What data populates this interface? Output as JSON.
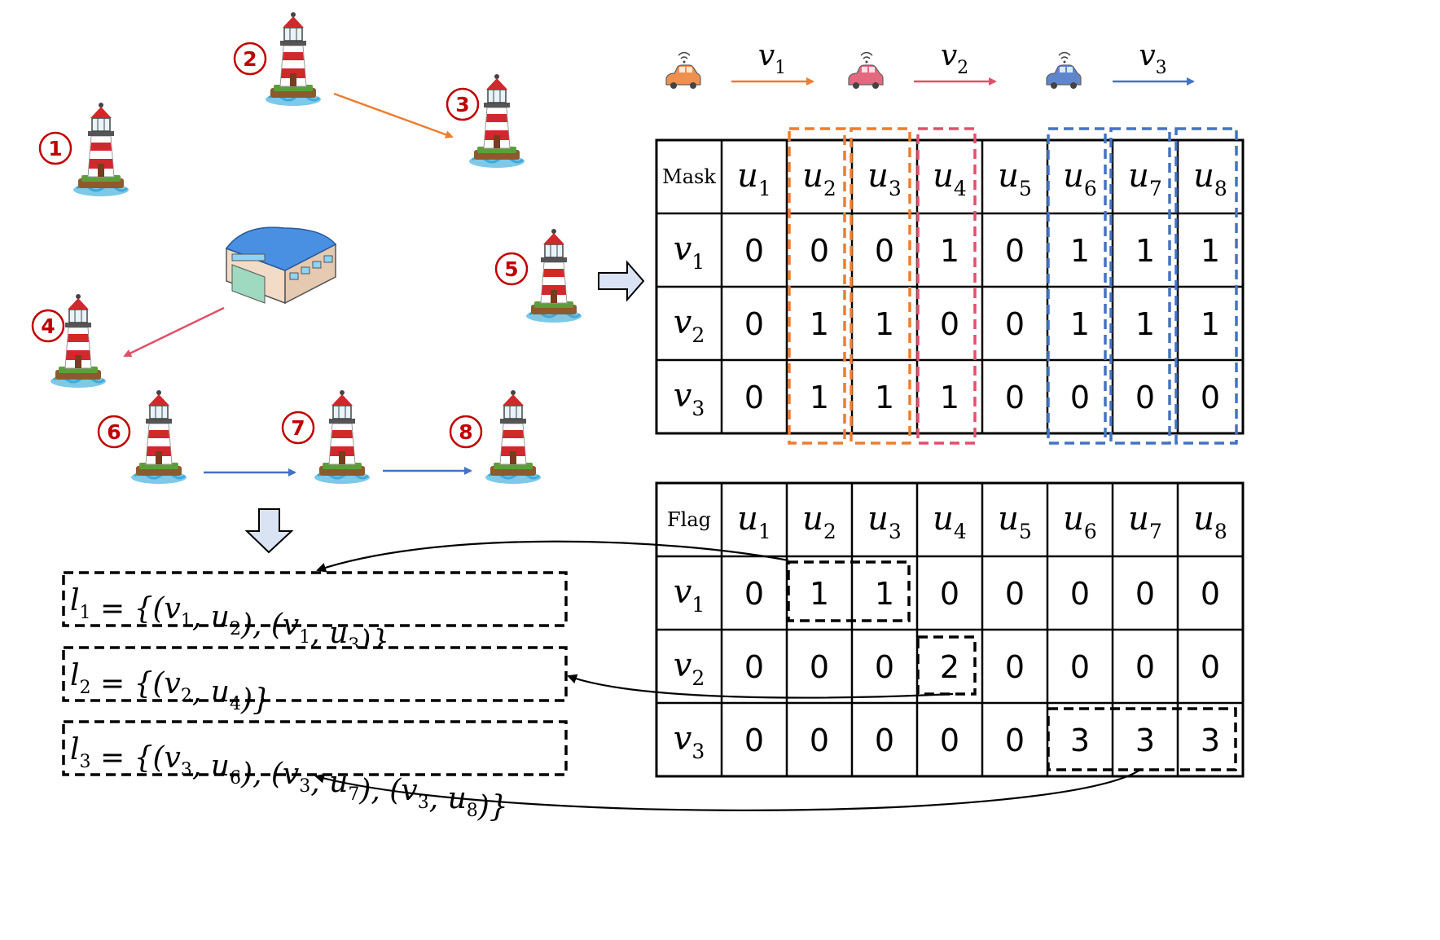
{
  "colors": {
    "orange": "#ED7D31",
    "red": "#E0506A",
    "blue": "#4472C4",
    "node_red": "#C00000",
    "black": "#000000",
    "light_blue_arrow": "#DAE3F3"
  },
  "nodes": [
    {
      "id": "1",
      "label": "1"
    },
    {
      "id": "2",
      "label": "2"
    },
    {
      "id": "3",
      "label": "3"
    },
    {
      "id": "4",
      "label": "4"
    },
    {
      "id": "5",
      "label": "5"
    },
    {
      "id": "6",
      "label": "6"
    },
    {
      "id": "7",
      "label": "7"
    },
    {
      "id": "8",
      "label": "8"
    }
  ],
  "vehicles": [
    {
      "name": "v",
      "sub": "1",
      "color": "orange"
    },
    {
      "name": "v",
      "sub": "2",
      "color": "red"
    },
    {
      "name": "v",
      "sub": "3",
      "color": "blue"
    }
  ],
  "mask_table": {
    "corner": "Mask",
    "cols": [
      {
        "n": "u",
        "s": "1"
      },
      {
        "n": "u",
        "s": "2"
      },
      {
        "n": "u",
        "s": "3"
      },
      {
        "n": "u",
        "s": "4"
      },
      {
        "n": "u",
        "s": "5"
      },
      {
        "n": "u",
        "s": "6"
      },
      {
        "n": "u",
        "s": "7"
      },
      {
        "n": "u",
        "s": "8"
      }
    ],
    "rows": [
      {
        "n": "v",
        "s": "1",
        "values": [
          "0",
          "0",
          "0",
          "1",
          "0",
          "1",
          "1",
          "1"
        ]
      },
      {
        "n": "v",
        "s": "2",
        "values": [
          "0",
          "1",
          "1",
          "0",
          "0",
          "1",
          "1",
          "1"
        ]
      },
      {
        "n": "v",
        "s": "3",
        "values": [
          "0",
          "1",
          "1",
          "1",
          "0",
          "0",
          "0",
          "0"
        ]
      }
    ]
  },
  "flag_table": {
    "corner": "Flag",
    "cols": [
      {
        "n": "u",
        "s": "1"
      },
      {
        "n": "u",
        "s": "2"
      },
      {
        "n": "u",
        "s": "3"
      },
      {
        "n": "u",
        "s": "4"
      },
      {
        "n": "u",
        "s": "5"
      },
      {
        "n": "u",
        "s": "6"
      },
      {
        "n": "u",
        "s": "7"
      },
      {
        "n": "u",
        "s": "8"
      }
    ],
    "rows": [
      {
        "n": "v",
        "s": "1",
        "values": [
          "0",
          "1",
          "1",
          "0",
          "0",
          "0",
          "0",
          "0"
        ]
      },
      {
        "n": "v",
        "s": "2",
        "values": [
          "0",
          "0",
          "0",
          "2",
          "0",
          "0",
          "0",
          "0"
        ]
      },
      {
        "n": "v",
        "s": "3",
        "values": [
          "0",
          "0",
          "0",
          "0",
          "0",
          "3",
          "3",
          "3"
        ]
      }
    ]
  },
  "lists": [
    {
      "name": "l",
      "sub": "1",
      "pairs": [
        {
          "v": "1",
          "u": "2"
        },
        {
          "v": "1",
          "u": "3"
        }
      ]
    },
    {
      "name": "l",
      "sub": "2",
      "pairs": [
        {
          "v": "2",
          "u": "4"
        }
      ]
    },
    {
      "name": "l",
      "sub": "3",
      "pairs": [
        {
          "v": "3",
          "u": "6"
        },
        {
          "v": "3",
          "u": "7"
        },
        {
          "v": "3",
          "u": "8"
        }
      ]
    }
  ]
}
